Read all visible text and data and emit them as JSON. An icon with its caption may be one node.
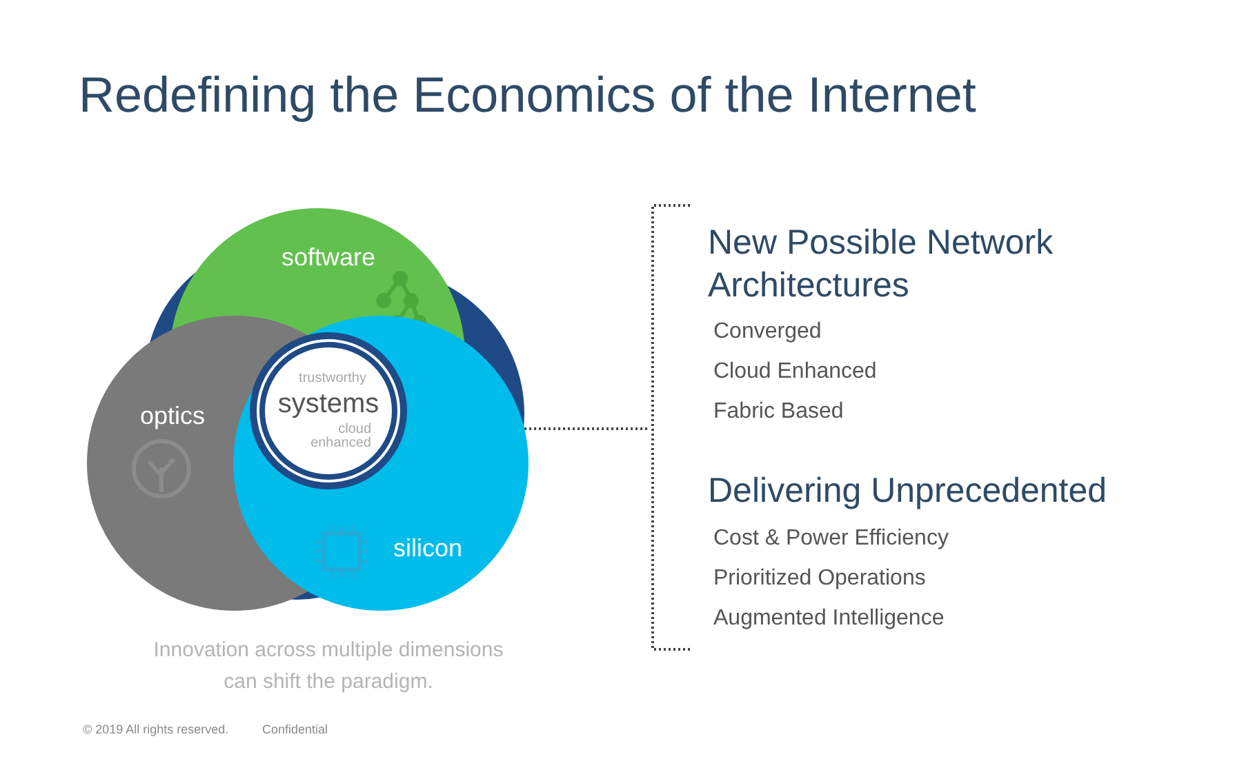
{
  "diagram": {
    "title": "Redefining the Economics of the Internet",
    "caption": "Innovation across multiple dimensions can shift the paradigm.",
    "nodes": [
      {
        "text": [
          "software"
        ]
      },
      {
        "text": [
          "optics"
        ]
      },
      {
        "text": [
          "silicon"
        ]
      },
      {
        "text": [
          "trustworthy",
          "systems",
          "cloud enhanced"
        ]
      },
      {
        "text": [
          "New Possible Network Architectures",
          "Converged",
          "Cloud Enhanced",
          "Fabric Based",
          "Delivering Unprecedented",
          "Cost & Power Efficiency",
          "Prioritized Operations",
          "Augmented Intelligence"
        ]
      }
    ],
    "edges": [
      {
        "from": 2,
        "to": 4,
        "arrow": "none",
        "style": "dashed"
      }
    ],
    "labels": [
      "© 2019 All rights reserved.",
      "Confidential"
    ]
  }
}
